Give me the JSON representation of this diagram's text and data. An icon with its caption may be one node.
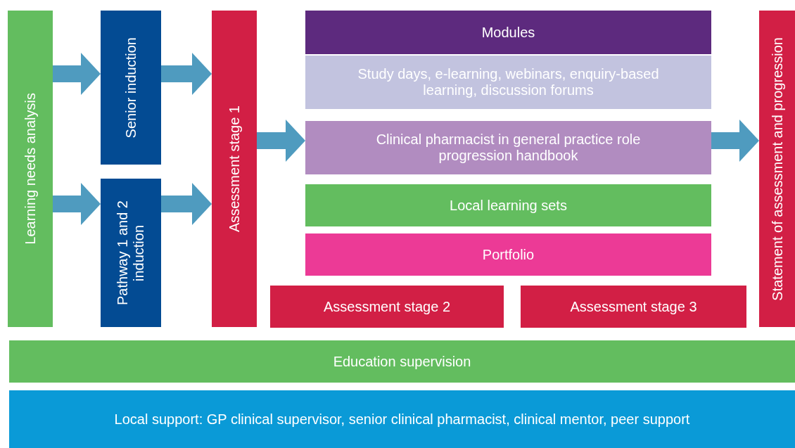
{
  "diagram": {
    "nodes": [
      {
        "text": [
          "Learning needs analysis"
        ]
      },
      {
        "text": [
          "Senior induction"
        ]
      },
      {
        "text": [
          "Pathway 1 and 2 induction"
        ]
      },
      {
        "text": [
          "Assessment stage 1"
        ]
      },
      {
        "text": [
          "Modules"
        ]
      },
      {
        "text": [
          "Study days, e-learning, webinars, enquiry-based learning, discussion forums"
        ]
      },
      {
        "text": [
          "Clinical pharmacist in general practice role progression handbook"
        ]
      },
      {
        "text": [
          "Local learning sets"
        ]
      },
      {
        "text": [
          "Portfolio"
        ]
      },
      {
        "text": [
          "Assessment stage 2"
        ]
      },
      {
        "text": [
          "Assessment stage 3"
        ]
      },
      {
        "text": [
          "Statement of assessment and progression"
        ]
      },
      {
        "text": [
          "Education supervision"
        ]
      },
      {
        "text": [
          "Local support: GP clinical supervisor, senior clinical pharmacist, clinical mentor, peer support"
        ]
      }
    ],
    "edges": [
      {
        "from": 0,
        "to": 1,
        "arrow": "to"
      },
      {
        "from": 0,
        "to": 2,
        "arrow": "to"
      },
      {
        "from": 1,
        "to": 3,
        "arrow": "to"
      },
      {
        "from": 2,
        "to": 3,
        "arrow": "to"
      },
      {
        "from": 3,
        "to": 6,
        "arrow": "to"
      },
      {
        "from": 6,
        "to": 11,
        "arrow": "to"
      }
    ]
  }
}
